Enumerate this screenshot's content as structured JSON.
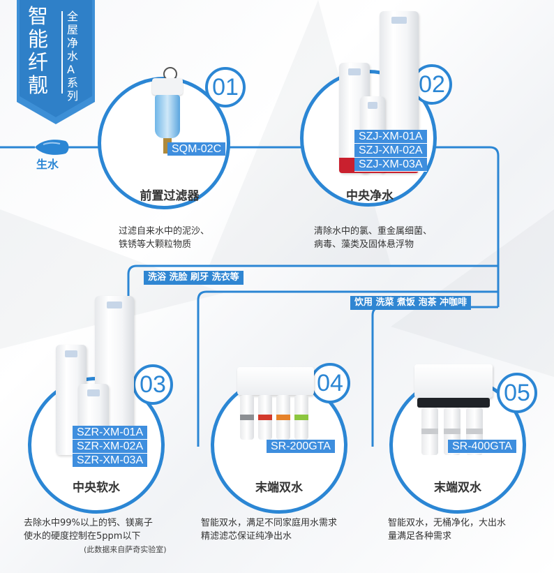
{
  "header": {
    "brand": [
      "智",
      "能",
      "纤",
      "靓"
    ],
    "series": [
      "全",
      "屋",
      "净",
      "水",
      "A",
      "系",
      "列"
    ]
  },
  "source": {
    "label": "生水"
  },
  "steps": [
    {
      "number": "01",
      "title": "前置过滤器",
      "models": [
        "SQM-02C"
      ],
      "desc": [
        "过滤自来水中的泥沙、",
        "铁锈等大颗粒物质"
      ]
    },
    {
      "number": "02",
      "title": "中央净水",
      "models": [
        "SZJ-XM-01A",
        "SZJ-XM-02A",
        "SZJ-XM-03A"
      ],
      "desc": [
        "清除水中的氯、重金属细菌、",
        "病毒、藻类及固体悬浮物"
      ]
    },
    {
      "number": "03",
      "title": "中央软水",
      "models": [
        "SZR-XM-01A",
        "SZR-XM-02A",
        "SZR-XM-03A"
      ],
      "desc": [
        "去除水中99%以上的钙、镁离子",
        "使水的硬度控制在5ppm以下"
      ],
      "note": "(此数据来自萨奇实验室)"
    },
    {
      "number": "04",
      "title": "末端双水",
      "models": [
        "SR-200GTA"
      ],
      "desc": [
        "智能双水，满足不同家庭用水需求",
        "精滤滤芯保证纯净出水"
      ]
    },
    {
      "number": "05",
      "title": "末端双水",
      "models": [
        "SR-400GTA"
      ],
      "desc": [
        "智能双水，无桶净化，大出水",
        "量满足各种需求"
      ]
    }
  ],
  "tags": {
    "domestic": "洗浴 洗脸 刷牙 洗衣等",
    "drinking": "饮用 洗菜 煮饭 泡茶 冲咖啡"
  },
  "colors": {
    "accent": "#2b86d4",
    "label_bg": "#3e8ede",
    "ribbon": "#3d8fd6",
    "text": "#333333"
  }
}
